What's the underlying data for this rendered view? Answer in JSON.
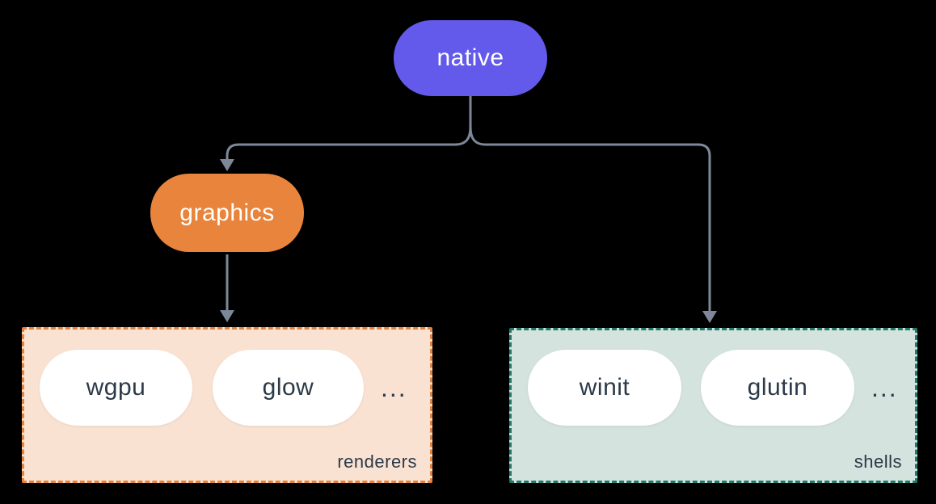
{
  "diagram": {
    "nodes": {
      "native": {
        "label": "native"
      },
      "graphics": {
        "label": "graphics"
      }
    },
    "groups": {
      "renderers": {
        "label": "renderers",
        "items": [
          "wgpu",
          "glow"
        ],
        "ellipsis": "..."
      },
      "shells": {
        "label": "shells",
        "items": [
          "winit",
          "glutin"
        ],
        "ellipsis": "..."
      }
    },
    "icons": {
      "arrows": "down-arrowheads"
    }
  },
  "colors": {
    "background": "#000000",
    "native_bg": "#635AEB",
    "graphics_bg": "#E8843C",
    "node_text": "#FFFFFF",
    "connector": "#7D8998",
    "renderers_bg": "#F9E2D2",
    "renderers_border": "#E8823A",
    "shells_bg": "#D4E3DD",
    "shells_border": "#207A6D",
    "item_text": "#2C3A48"
  }
}
